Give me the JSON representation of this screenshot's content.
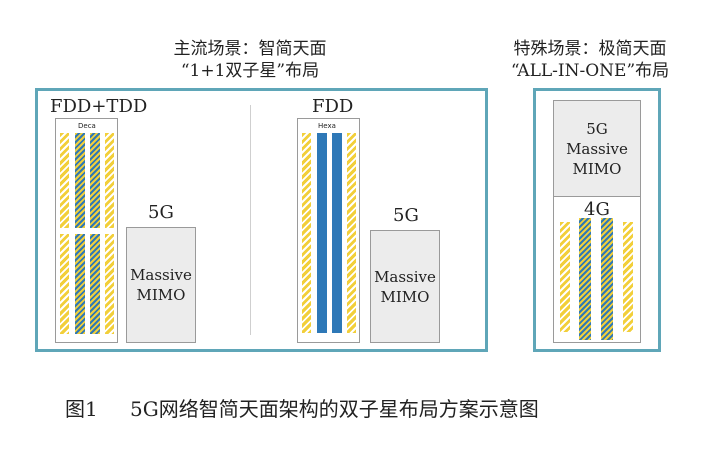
{
  "header_left": {
    "line1": "主流场景：智简天面",
    "line2": "“1+1双子星”布局"
  },
  "header_right": {
    "line1": "特殊场景：极简天面",
    "line2": "“ALL-IN-ONE”布局"
  },
  "panel_left": {
    "group1": {
      "label": "FDD+TDD",
      "tag": "Deca",
      "mimo_label": "5G",
      "mimo_box": "Massive\nMIMO"
    },
    "group2": {
      "label": "FDD",
      "tag": "Hexa",
      "mimo_label": "5G",
      "mimo_box": "Massive\nMIMO"
    }
  },
  "panel_right": {
    "mimo_box": "5G\nMassive\nMIMO",
    "lower_label": "4G"
  },
  "caption": {
    "figure": "图1",
    "text": "5G网络智简天面架构的双子星布局方案示意图"
  },
  "colors": {
    "border": "#5fa6b8",
    "blue": "#2e78b7",
    "yellow": "#f2cf3a"
  }
}
